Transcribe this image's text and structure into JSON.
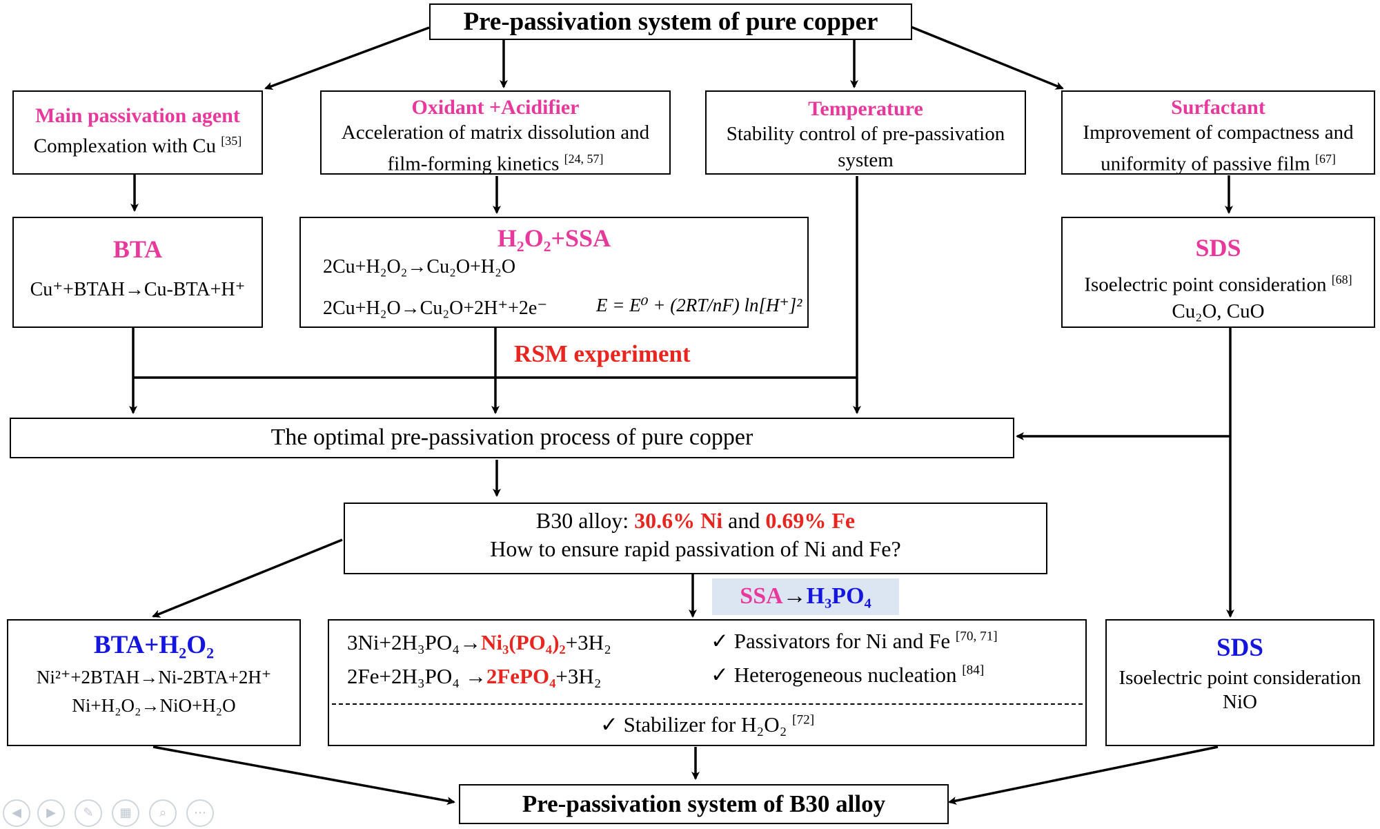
{
  "top": {
    "title": "Pre-passivation system of pure copper"
  },
  "categories": {
    "passivation": {
      "heading": "Main passivation agent",
      "desc": "Complexation with Cu",
      "ref": "[35]"
    },
    "oxidant": {
      "heading": "Oxidant +Acidifier",
      "desc1": "Acceleration of matrix dissolution and",
      "desc2": "film-forming kinetics",
      "ref": "[24, 57]"
    },
    "temperature": {
      "heading": "Temperature",
      "desc1": "Stability control of pre-passivation",
      "desc2": "system"
    },
    "surfactant": {
      "heading": "Surfactant",
      "desc1": "Improvement of compactness and",
      "desc2": "uniformity of passive film",
      "ref": "[67]"
    }
  },
  "copper_agents": {
    "bta": {
      "title": "BTA",
      "reaction": "Cu⁺+BTAH→Cu-BTA+H⁺"
    },
    "h2o2_ssa": {
      "title": "H₂O₂+SSA",
      "reaction1": "2Cu+H₂O₂→Cu₂O+H₂O",
      "reaction2": "2Cu+H₂O→Cu₂O+2H⁺+2e⁻",
      "equation": "E = E⁰ + (2RT/nF) ln[H⁺]²"
    },
    "sds": {
      "title": "SDS",
      "desc": "Isoelectric point consideration",
      "ref": "[68]",
      "oxides": "Cu₂O, CuO"
    }
  },
  "rsm_label": "RSM experiment",
  "optimal": {
    "label": "The optimal pre-passivation process of pure copper"
  },
  "b30": {
    "prefix": "B30 alloy: ",
    "ni": "30.6% Ni",
    "and": " and ",
    "fe": "0.69% Fe",
    "question": "How to ensure rapid passivation of Ni and Fe?"
  },
  "replacement": {
    "ssa": "SSA",
    "arrow": "→",
    "h3po4": "H₃PO₄"
  },
  "b30_agents": {
    "bta_h2o2": {
      "title": "BTA+H₂O₂",
      "reaction1": "Ni²⁺+2BTAH→Ni-2BTA+2H⁺",
      "reaction2": "Ni+H₂O₂→NiO+H₂O"
    },
    "phosphate": {
      "r1_pre": "3Ni+2H₃PO₄→",
      "r1_prod": "Ni₃(PO₄)₂",
      "r1_post": "+3H₂",
      "r2_pre": "2Fe+2H₃PO₄ →",
      "r2_prod": "2FePO₄",
      "r2_post": "+3H₂",
      "check1": "✓ Passivators for Ni and Fe",
      "check1_ref": "[70, 71]",
      "check2": "✓ Heterogeneous nucleation",
      "check2_ref": "[84]",
      "check3": "✓ Stabilizer for H₂O₂",
      "check3_ref": "[72]"
    },
    "sds": {
      "title": "SDS",
      "desc": "Isoelectric point consideration",
      "oxide": "NiO"
    }
  },
  "bottom": {
    "title": "Pre-passivation system of B30 alloy"
  },
  "colors": {
    "pink": "#e8389c",
    "red": "#e8251f",
    "blue": "#1515e0",
    "highlight": "#dce6f2"
  },
  "nav_icons": [
    "prev-icon",
    "next-icon",
    "pen-icon",
    "slides-icon",
    "zoom-icon",
    "more-icon"
  ]
}
